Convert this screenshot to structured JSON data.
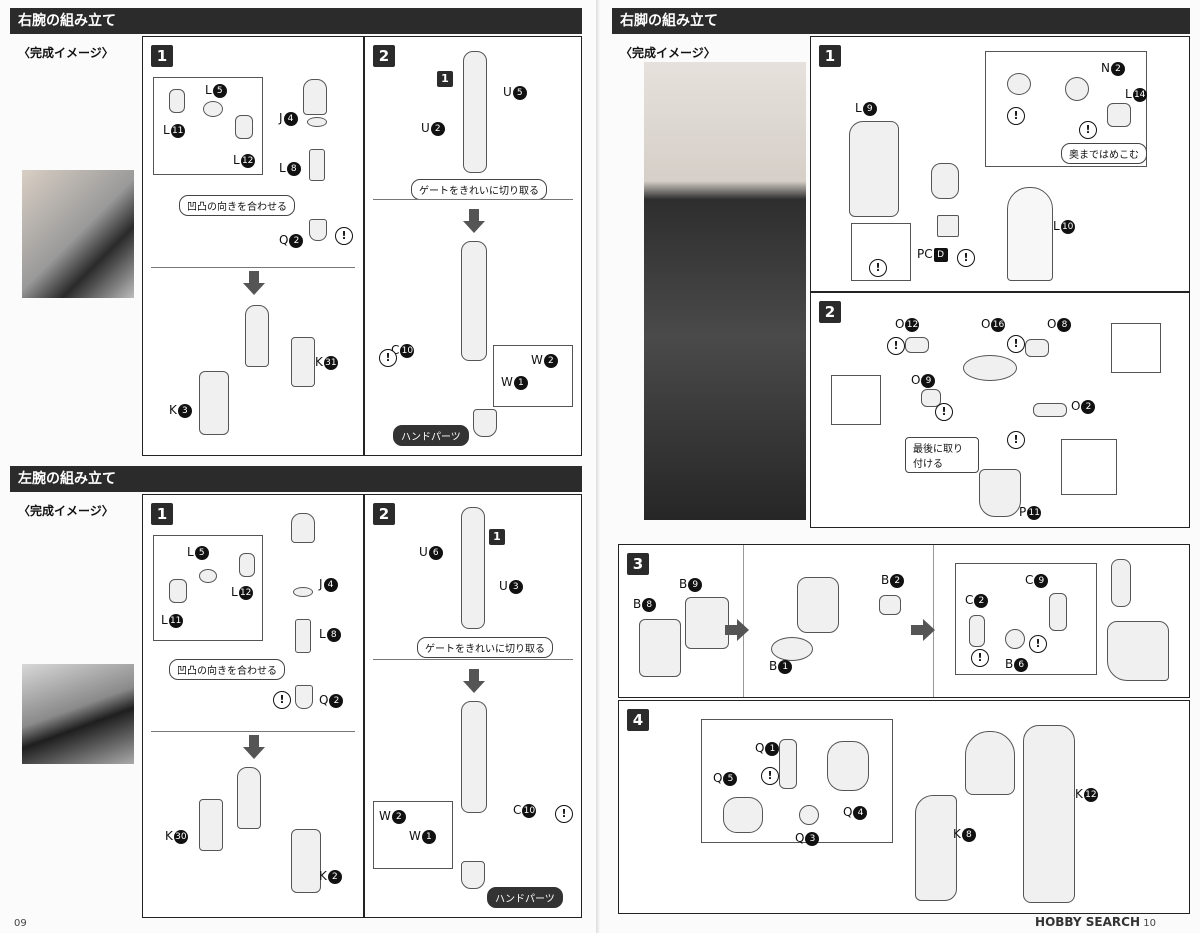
{
  "left_page": {
    "right_arm": {
      "title": "右腕の組み立て",
      "image_caption": "〈完成イメージ〉",
      "step1": {
        "number": "1",
        "labels": [
          "L",
          "L",
          "J",
          "L",
          "Q",
          "L"
        ],
        "badges": [
          "5",
          "11",
          "4",
          "8",
          "2",
          "12"
        ],
        "note": "凹凸の向きを合わせる",
        "lower_labels": [
          "K",
          "K"
        ],
        "lower_badges": [
          "31",
          "3"
        ]
      },
      "step2": {
        "number": "2",
        "ref": "1",
        "labels": [
          "U",
          "U",
          "C",
          "W",
          "W"
        ],
        "badges": [
          "2",
          "5",
          "10",
          "1",
          "2"
        ],
        "note": "ゲートをきれいに切り取る",
        "hand_parts": "ハンドパーツ"
      }
    },
    "left_arm": {
      "title": "左腕の組み立て",
      "image_caption": "〈完成イメージ〉",
      "step1": {
        "number": "1",
        "labels": [
          "L",
          "L",
          "L",
          "J",
          "L",
          "Q"
        ],
        "badges": [
          "5",
          "12",
          "11",
          "4",
          "8",
          "2"
        ],
        "note": "凹凸の向きを合わせる",
        "lower_labels": [
          "K",
          "K"
        ],
        "lower_badges": [
          "30",
          "2"
        ]
      },
      "step2": {
        "number": "2",
        "ref": "1",
        "labels": [
          "U",
          "U",
          "W",
          "W",
          "C"
        ],
        "badges": [
          "6",
          "3",
          "2",
          "1",
          "10"
        ],
        "note": "ゲートをきれいに切り取る",
        "hand_parts": "ハンドパーツ"
      }
    },
    "page_number": "09"
  },
  "right_page": {
    "right_leg": {
      "title": "右脚の組み立て",
      "image_caption": "〈完成イメージ〉",
      "step1": {
        "number": "1",
        "labels": [
          "N",
          "L",
          "L",
          "PC",
          "L"
        ],
        "badges": [
          "2",
          "14",
          "9",
          "D",
          "10"
        ],
        "note": "奥まではめこむ"
      },
      "step2": {
        "number": "2",
        "labels": [
          "O",
          "O",
          "O",
          "O",
          "O",
          "P"
        ],
        "badges": [
          "12",
          "16",
          "8",
          "9",
          "2",
          "11"
        ],
        "note": "最後に取り付ける"
      },
      "step3": {
        "number": "3",
        "labels": [
          "B",
          "B",
          "B",
          "B",
          "C",
          "C",
          "B"
        ],
        "badges": [
          "9",
          "8",
          "2",
          "1",
          "9",
          "2",
          "6"
        ]
      },
      "step4": {
        "number": "4",
        "labels": [
          "Q",
          "Q",
          "Q",
          "Q",
          "K",
          "K"
        ],
        "badges": [
          "1",
          "5",
          "4",
          "3",
          "12",
          "8"
        ]
      }
    },
    "page_number": "10",
    "watermark": "HOBBY SEARCH"
  },
  "colors": {
    "bar": "#2b2b2b",
    "badge": "#111111",
    "paper": "#fbfbfb"
  },
  "icons": [
    "warning-icon",
    "arrow-down-icon",
    "arrow-right-icon",
    "step-number-icon"
  ]
}
